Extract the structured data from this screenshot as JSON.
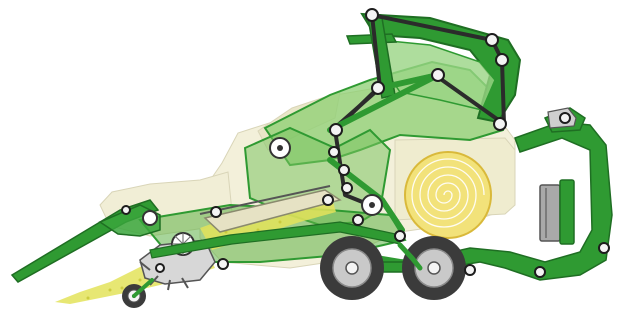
{
  "diagram": {
    "subject": "round-baler-cutaway",
    "colors": {
      "frame_green": "#2f9a32",
      "frame_green_light": "#8ccf72",
      "frame_green_dark": "#1f6e23",
      "body_cream": "#f3f0da",
      "body_cream_shade": "#e6e2c4",
      "crop_yellow": "#e3e35a",
      "bale_yellow": "#f2e27a",
      "belt_dark": "#2b2b2b",
      "roller_white": "#f4f4f4",
      "tire_dark": "#3b3b3b",
      "rim_grey": "#c9c9c9",
      "wrap_grey": "#a9a9a9",
      "outline": "#1d1d1d"
    },
    "components": [
      {
        "id": "pickup-tines",
        "label": ""
      },
      {
        "id": "gauge-wheel",
        "label": ""
      },
      {
        "id": "rotor-feeder",
        "label": ""
      },
      {
        "id": "crop-flow",
        "label": ""
      },
      {
        "id": "bale-chamber-belts",
        "label": ""
      },
      {
        "id": "round-bale",
        "label": ""
      },
      {
        "id": "tailgate",
        "label": ""
      },
      {
        "id": "tandem-axle-wheels",
        "label": ""
      },
      {
        "id": "net-wrap-roll",
        "label": ""
      },
      {
        "id": "drawbar",
        "label": ""
      }
    ]
  }
}
